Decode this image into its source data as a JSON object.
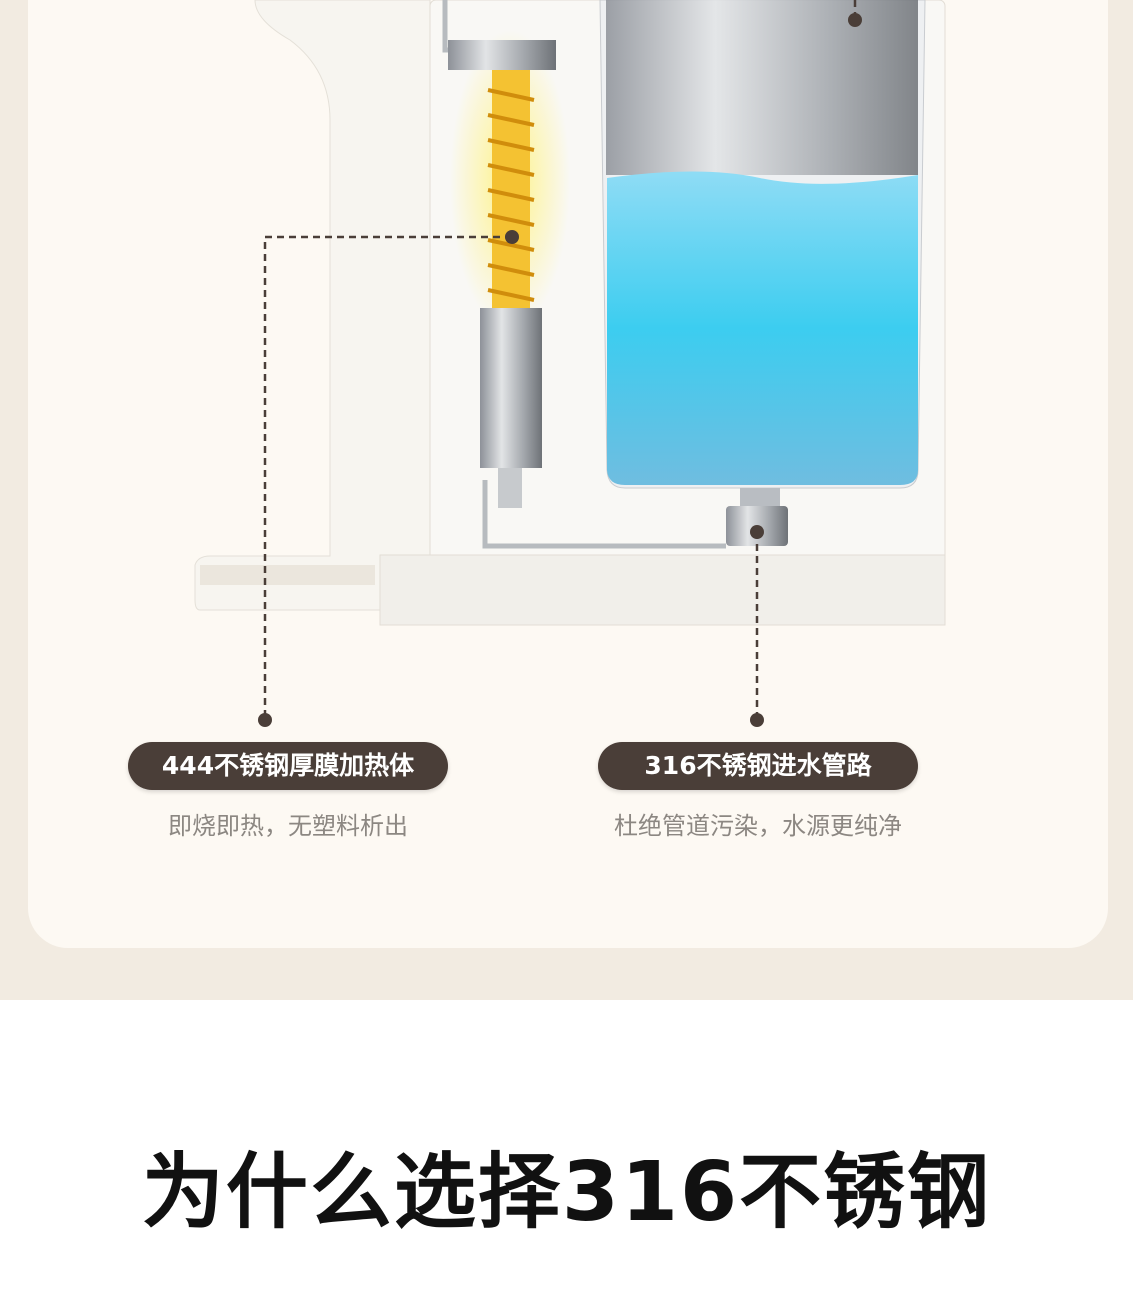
{
  "callouts": [
    {
      "label": "444不锈钢厚膜加热体",
      "description": "即烧即热，无塑料析出"
    },
    {
      "label": "316不锈钢进水管路",
      "description": "杜绝管道污染，水源更纯净"
    }
  ],
  "heading": "为什么选择316不锈钢",
  "colors": {
    "pill": "#4a3e38",
    "water": "#3fc6ee",
    "coil": "#f2b51c",
    "background": "#f2ebe1"
  }
}
